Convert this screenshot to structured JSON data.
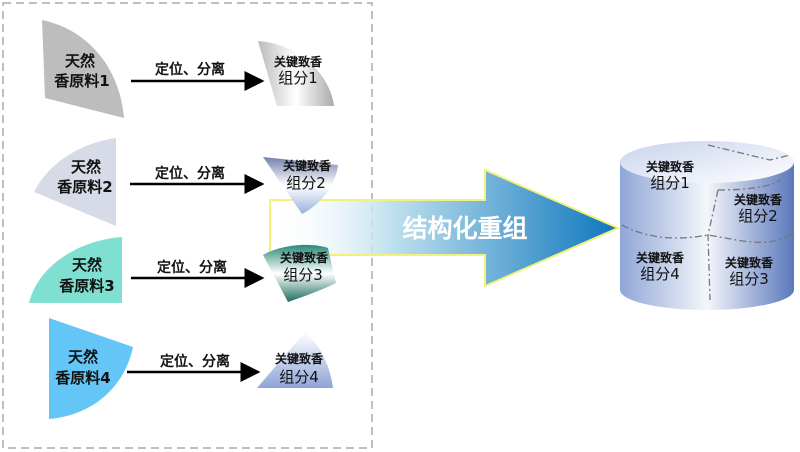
{
  "sources": [
    {
      "line1": "天然",
      "line2": "香原料1",
      "color": "#bdbdbd"
    },
    {
      "line1": "天然",
      "line2": "香原料2",
      "color": "#d6dbe7"
    },
    {
      "line1": "天然",
      "line2": "香原料3",
      "color": "#7fdfd0"
    },
    {
      "line1": "天然",
      "line2": "香原料4",
      "color": "#64c6f6"
    }
  ],
  "process_label": "定位、分离",
  "components": [
    {
      "line1": "关键致香",
      "line2": "组分1"
    },
    {
      "line1": "关键致香",
      "line2": "组分2"
    },
    {
      "line1": "关键致香",
      "line2": "组分3"
    },
    {
      "line1": "关键致香",
      "line2": "组分4"
    }
  ],
  "big_arrow_label": "结构化重组",
  "cylinder": [
    {
      "line1": "关键致香",
      "line2": "组分1"
    },
    {
      "line1": "关键致香",
      "line2": "组分2"
    },
    {
      "line1": "关键致香",
      "line2": "组分3"
    },
    {
      "line1": "关键致香",
      "line2": "组分4"
    }
  ],
  "colors": {
    "arrow_blue": "#1a86c8",
    "arrow_outline": "#f2f27a",
    "cylinder_blue": "#6a86c4"
  }
}
